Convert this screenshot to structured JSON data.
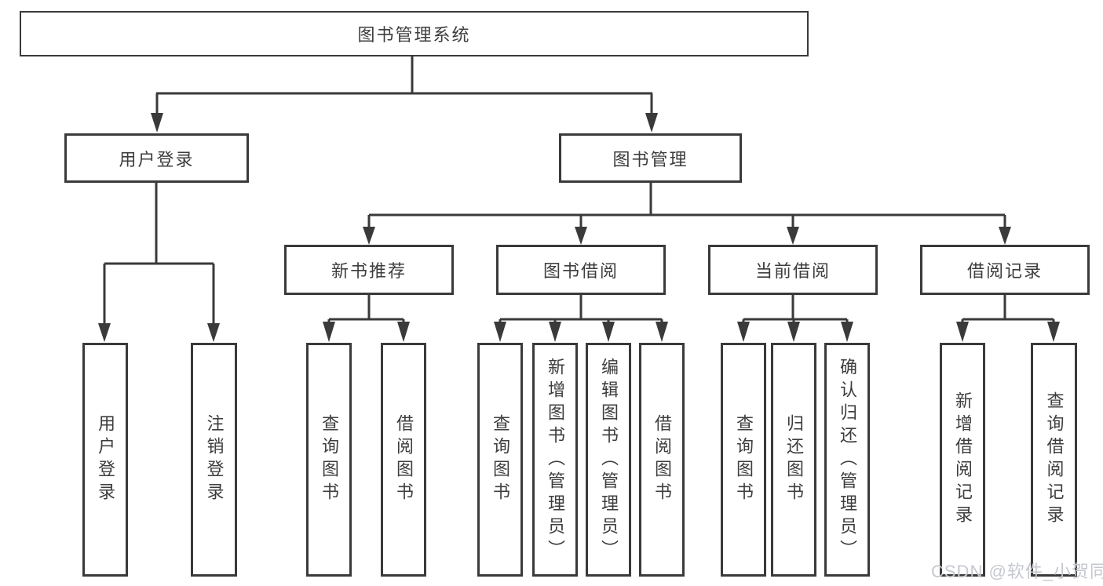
{
  "tree": {
    "root": {
      "label": "图书管理系统"
    },
    "branches": [
      {
        "label": "用户登录",
        "children": [
          {
            "label": "用户登录"
          },
          {
            "label": "注销登录"
          }
        ]
      },
      {
        "label": "图书管理",
        "children": [
          {
            "label": "新书推荐",
            "children": [
              {
                "label": "查询图书"
              },
              {
                "label": "借阅图书"
              }
            ]
          },
          {
            "label": "图书借阅",
            "children": [
              {
                "label": "查询图书"
              },
              {
                "label": "新增图书（管理员）"
              },
              {
                "label": "编辑图书（管理员）"
              },
              {
                "label": "借阅图书"
              }
            ]
          },
          {
            "label": "当前借阅",
            "children": [
              {
                "label": "查询图书"
              },
              {
                "label": "归还图书"
              },
              {
                "label": "确认归还（管理员）"
              }
            ]
          },
          {
            "label": "借阅记录",
            "children": [
              {
                "label": "新增借阅记录"
              },
              {
                "label": "查询借阅记录"
              }
            ]
          }
        ]
      }
    ],
    "watermark": "CSDN @软件_小贺同学",
    "colors": {
      "line": "#3a3a3a",
      "text": "#3d3d3d",
      "box_background": "#ffffff",
      "watermark": "#c6c8cf",
      "background": "#ffffff"
    }
  }
}
